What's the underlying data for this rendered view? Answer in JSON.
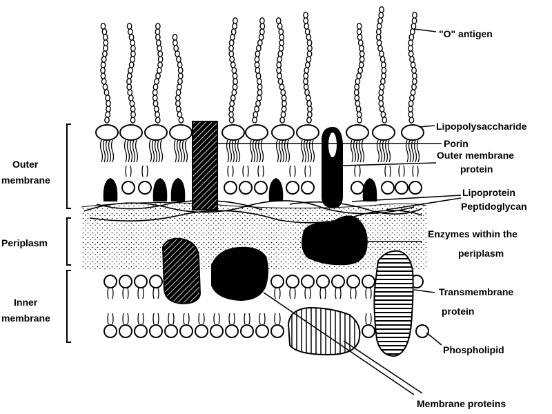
{
  "labels": {
    "o_antigen": "\"O\" antigen",
    "lipopolysaccharide": "Lipopolysaccharide",
    "porin": "Porin",
    "outer_membrane_protein_1": "Outer membrane",
    "outer_membrane_protein_2": "protein",
    "lipoprotein": "Lipoprotein",
    "peptidoglycan": "Peptidoglycan",
    "enzymes_1": "Enzymes within the",
    "enzymes_2": "periplasm",
    "transmembrane_1": "Transmembrane",
    "transmembrane_2": "protein",
    "phospholipid": "Phospholipid",
    "membrane_proteins": "Membrane proteins"
  },
  "regions": {
    "outer_membrane_1": "Outer",
    "outer_membrane_2": "membrane",
    "periplasm": "Periplasm",
    "inner_membrane_1": "Inner",
    "inner_membrane_2": "membrane"
  }
}
